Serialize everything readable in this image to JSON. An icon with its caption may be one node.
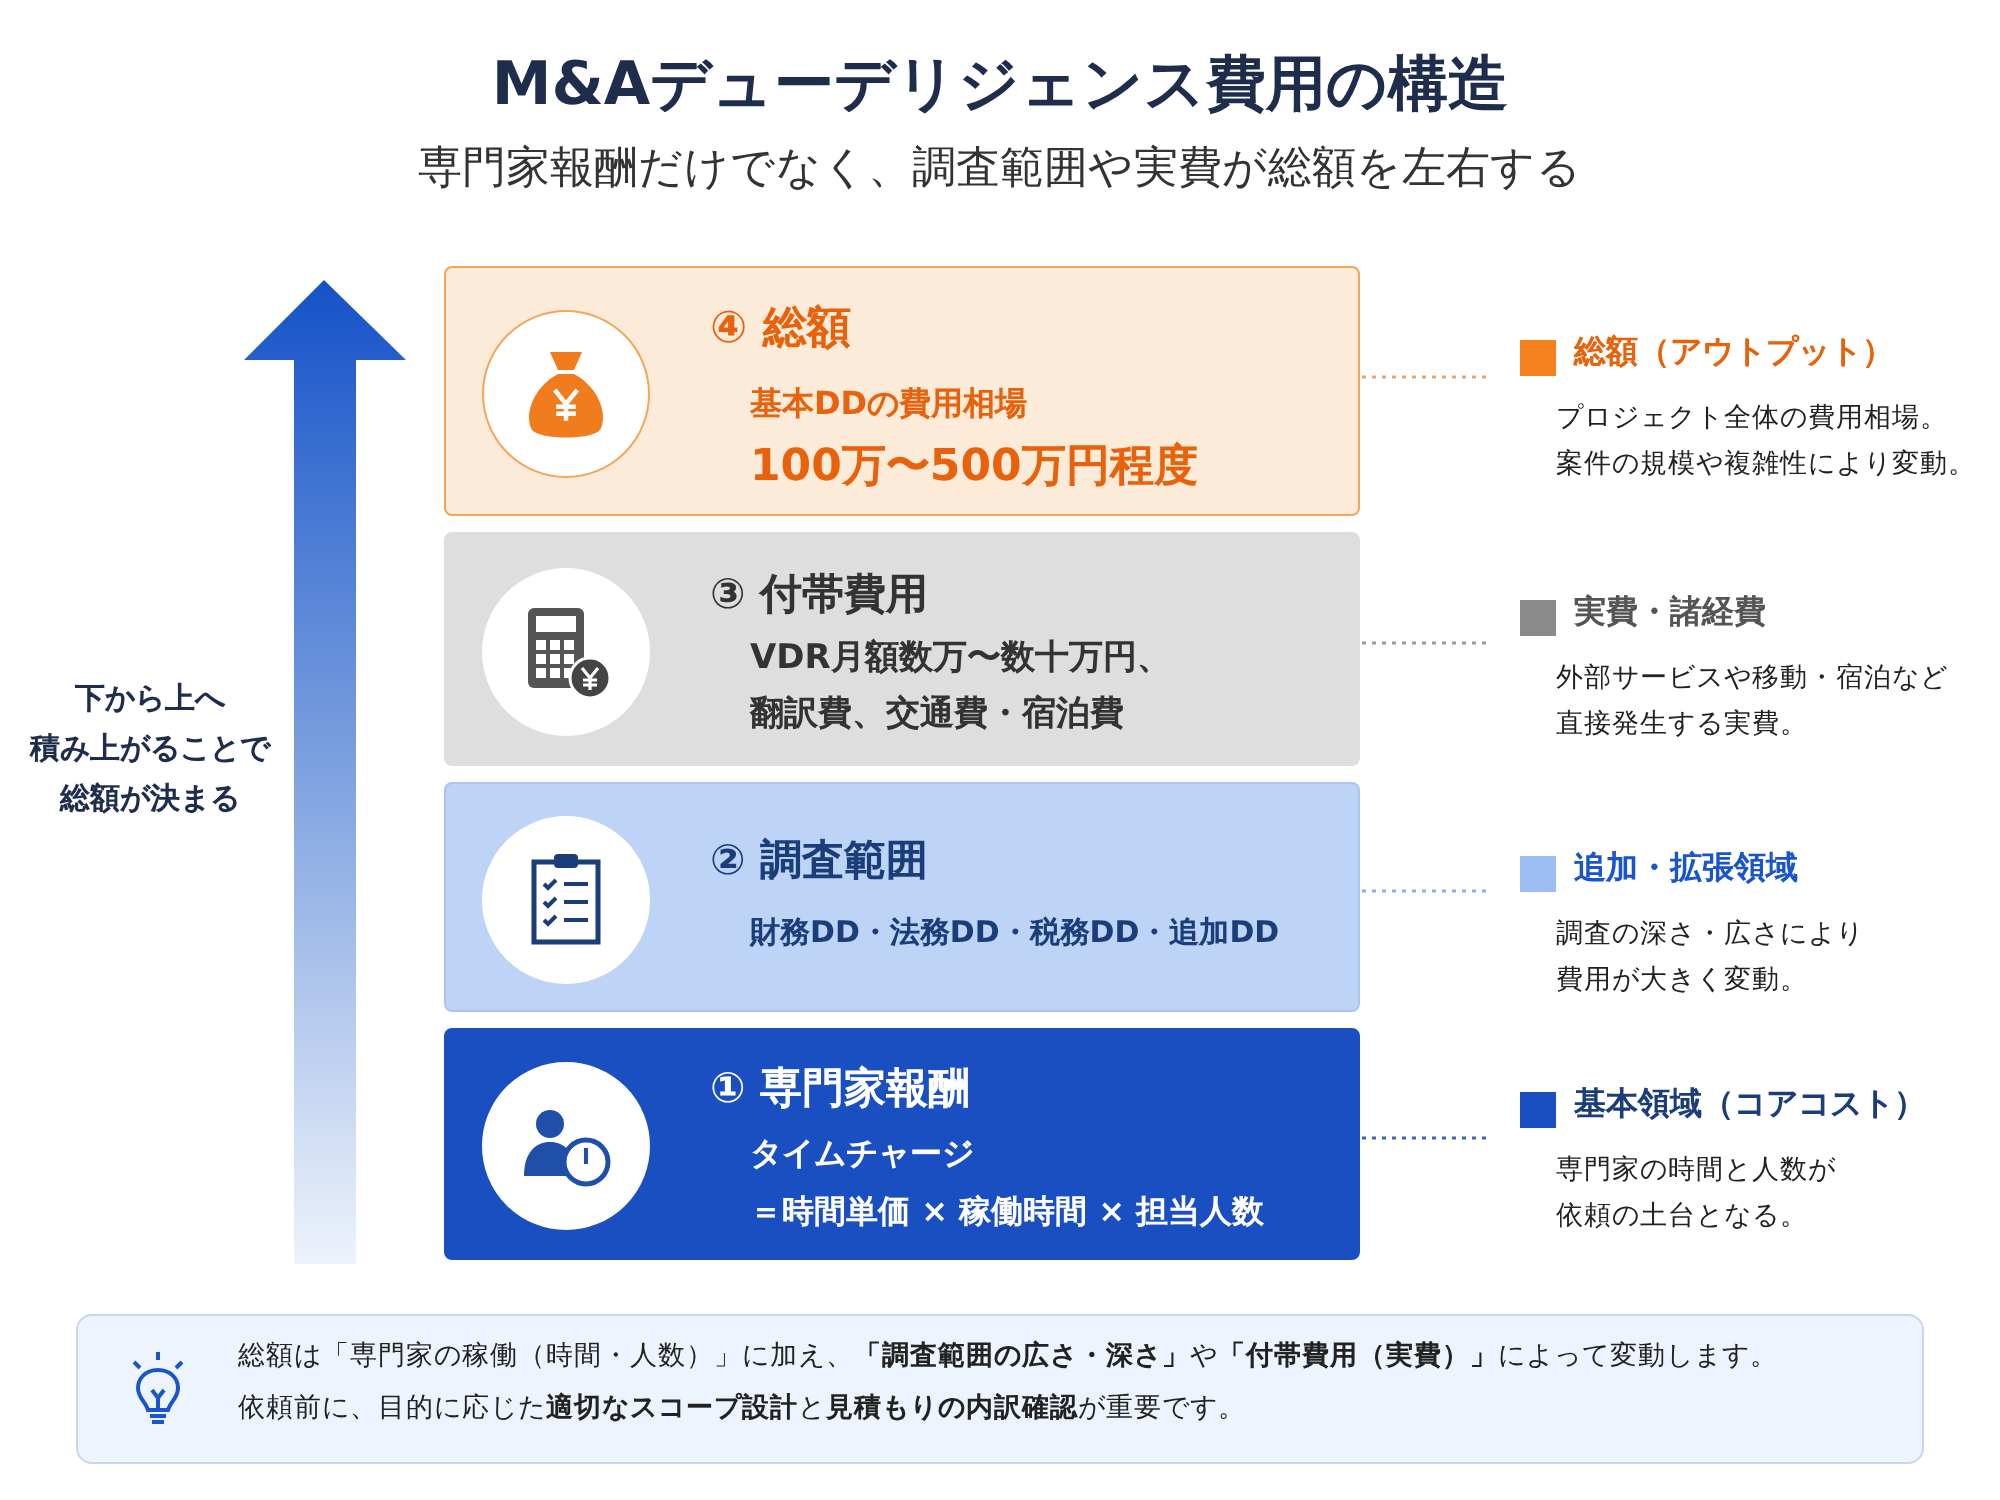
{
  "diagram": {
    "title": "M&Aデューデリジェンス費用の構造",
    "nodes": [
      {
        "text": [
          "④ 総額",
          "基本DDの費用相場",
          "100万〜500万円程度"
        ]
      },
      {
        "text": [
          "総額（アウトプット）",
          "プロジェクト全体の費用相場。",
          "案件の規模や複雑性により変動。"
        ]
      },
      {
        "text": [
          "③ 付帯費用",
          "VDR月額数万〜数十万円、",
          "翻訳費、交通費・宿泊費"
        ]
      },
      {
        "text": [
          "実費・諸経費",
          "外部サービスや移動・宿泊など",
          "直接発生する実費。"
        ]
      },
      {
        "text": [
          "② 調査範囲",
          "財務DD・法務DD・税務DD・追加DD"
        ]
      },
      {
        "text": [
          "追加・拡張領域",
          "調査の深さ・広さにより",
          "費用が大きく変動。"
        ]
      },
      {
        "text": [
          "① 専門家報酬",
          "タイムチャージ",
          "＝時間単価 × 稼働時間 × 担当人数"
        ]
      },
      {
        "text": [
          "基本領域（コアコスト）",
          "専門家の時間と人数が",
          "依頼の土台となる。"
        ]
      },
      {
        "text": [
          "総額は「専門家の稼働（時間・人数）」に加え、**「調査範囲の広さ・深さ」**や**「付帯費用（実費）」**によって変動します。",
          "依頼前に、目的に応じた**適切なスコープ設計**と**見積もりの内訳確認**が重要です。"
        ]
      }
    ],
    "edges": [
      {
        "from": 0,
        "to": 1,
        "arrow": "none",
        "style": "dashed",
        "color": "#e8a56a"
      },
      {
        "from": 2,
        "to": 3,
        "arrow": "none",
        "style": "dashed",
        "color": "#9a9a9a"
      },
      {
        "from": 4,
        "to": 5,
        "arrow": "none",
        "style": "dashed",
        "color": "#8fb0e0"
      },
      {
        "from": 6,
        "to": 7,
        "arrow": "none",
        "style": "dashed",
        "color": "#3d64b8"
      }
    ],
    "labels": [
      "専門家報酬だけでなく、調査範囲や実費が総額を左右する",
      "下から上へ",
      "積み上がることで",
      "総額が決まる"
    ]
  }
}
